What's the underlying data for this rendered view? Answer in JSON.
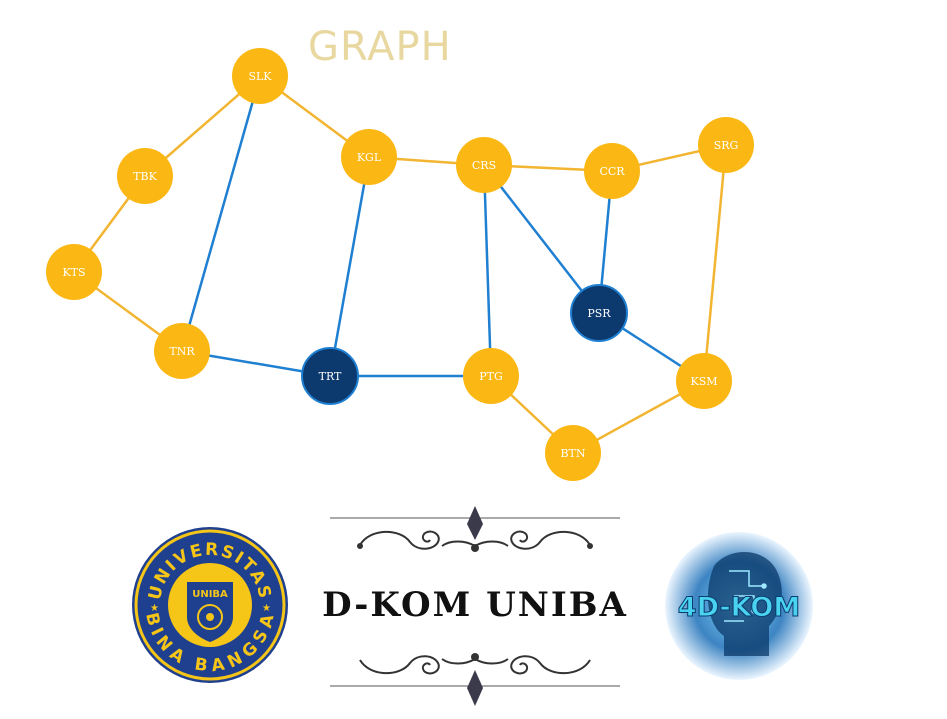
{
  "title": "GRAPH",
  "colors": {
    "node_default": "#fbb714",
    "node_highlight": "#0d3a6e",
    "edge_default": "#f2b531",
    "edge_highlight": "#1f7fd1",
    "title": "#e8d79f"
  },
  "nodes": [
    {
      "id": "SLK",
      "label": "SLK",
      "highlight": false
    },
    {
      "id": "TBK",
      "label": "TBK",
      "highlight": false
    },
    {
      "id": "KGL",
      "label": "KGL",
      "highlight": false
    },
    {
      "id": "CRS",
      "label": "CRS",
      "highlight": false
    },
    {
      "id": "CCR",
      "label": "CCR",
      "highlight": false
    },
    {
      "id": "SRG",
      "label": "SRG",
      "highlight": false
    },
    {
      "id": "KTS",
      "label": "KTS",
      "highlight": false
    },
    {
      "id": "PSR",
      "label": "PSR",
      "highlight": true
    },
    {
      "id": "TNR",
      "label": "TNR",
      "highlight": false
    },
    {
      "id": "TRT",
      "label": "TRT",
      "highlight": true
    },
    {
      "id": "PTG",
      "label": "PTG",
      "highlight": false
    },
    {
      "id": "KSM",
      "label": "KSM",
      "highlight": false
    },
    {
      "id": "BTN",
      "label": "BTN",
      "highlight": false
    }
  ],
  "edges": [
    {
      "from": "SLK",
      "to": "TBK",
      "highlight": false
    },
    {
      "from": "SLK",
      "to": "KGL",
      "highlight": false
    },
    {
      "from": "SLK",
      "to": "TNR",
      "highlight": true
    },
    {
      "from": "TBK",
      "to": "KTS",
      "highlight": false
    },
    {
      "from": "KTS",
      "to": "TNR",
      "highlight": false
    },
    {
      "from": "TNR",
      "to": "TRT",
      "highlight": true
    },
    {
      "from": "KGL",
      "to": "CRS",
      "highlight": false
    },
    {
      "from": "KGL",
      "to": "TRT",
      "highlight": true
    },
    {
      "from": "TRT",
      "to": "PTG",
      "highlight": true
    },
    {
      "from": "CRS",
      "to": "CCR",
      "highlight": false
    },
    {
      "from": "CRS",
      "to": "PTG",
      "highlight": true
    },
    {
      "from": "CRS",
      "to": "PSR",
      "highlight": true
    },
    {
      "from": "CCR",
      "to": "SRG",
      "highlight": false
    },
    {
      "from": "CCR",
      "to": "PSR",
      "highlight": true
    },
    {
      "from": "PSR",
      "to": "KSM",
      "highlight": true
    },
    {
      "from": "SRG",
      "to": "KSM",
      "highlight": false
    },
    {
      "from": "PTG",
      "to": "BTN",
      "highlight": false
    },
    {
      "from": "BTN",
      "to": "KSM",
      "highlight": false
    }
  ],
  "footer": {
    "brand_text": "D-KOM UNIBA",
    "left_logo": {
      "arc_top": "UNIVERSITAS",
      "arc_bottom": "BINA BANGSA",
      "shield_text": "UNIBA"
    },
    "right_logo": {
      "text": "4D-KOM"
    }
  }
}
